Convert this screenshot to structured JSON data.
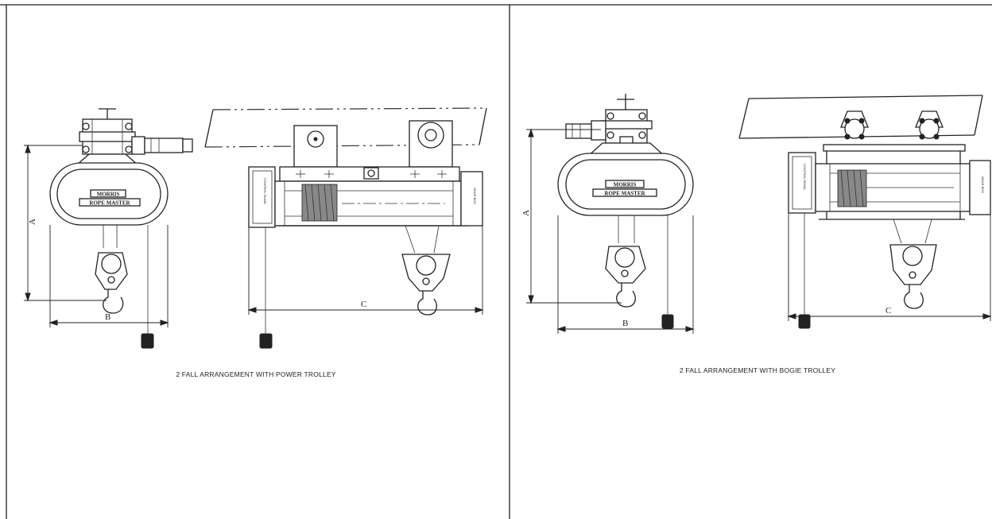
{
  "left_panel": {
    "caption": "2 FALL ARRANGEMENT WITH POWER TROLLEY",
    "side_view": {
      "brand_top": "MORRIS",
      "brand_bottom": "ROPE MASTER",
      "dim_a": "A",
      "dim_b": "B"
    },
    "front_view": {
      "control_panel": "CONTROL PANEL",
      "gear_box": "GEAR BOX",
      "dim_c": "C"
    }
  },
  "right_panel": {
    "caption": "2 FALL ARRANGEMENT WITH BOGIE TROLLEY",
    "side_view": {
      "brand_top": "MORRIS",
      "brand_bottom": "ROPE MASTER",
      "dim_a": "A",
      "dim_b": "B"
    },
    "front_view": {
      "control_panel": "CONTROL PANEL",
      "gear_box": "GEAR BOX",
      "dim_c": "C"
    }
  },
  "colors": {
    "line": "#222222",
    "background": "#ffffff"
  }
}
